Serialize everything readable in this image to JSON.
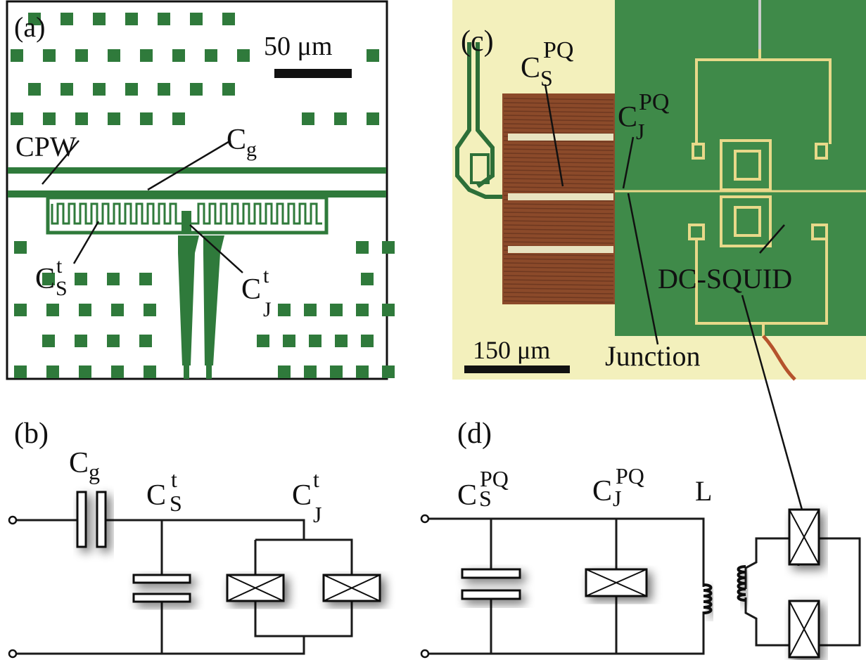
{
  "panels": {
    "a": {
      "label": "(a)",
      "scale": "50 μm",
      "cpw": "CPW",
      "cg_main": "C",
      "cg_sub": "g",
      "cs_main": "C",
      "cs_sup": "t",
      "cs_sub": "S",
      "cj_main": "C",
      "cj_sup": "t",
      "cj_sub": "J"
    },
    "b": {
      "label": "(b)",
      "cg_main": "C",
      "cg_sub": "g",
      "cs_main": "C",
      "cs_sup": "t",
      "cs_sub": "S",
      "cj_main": "C",
      "cj_sup": "t",
      "cj_sub": "J"
    },
    "c": {
      "label": "(c)",
      "scale": "150 μm",
      "cs_main": "C",
      "cs_sup": "PQ",
      "cs_sub": "S",
      "cj_main": "C",
      "cj_sup": "PQ",
      "cj_sub": "J",
      "junction": "Junction",
      "squid": "DC-SQUID"
    },
    "d": {
      "label": "(d)",
      "cs_main": "C",
      "cs_sup": "PQ",
      "cs_sub": "S",
      "cj_main": "C",
      "cj_sup": "PQ",
      "cj_sub": "J",
      "inductor": "L"
    }
  },
  "colors": {
    "metal_green": "#2f7a3b",
    "photo_green": "#3f8a49",
    "photo_bg": "#f3f0bc",
    "capacitor_brown": "#8b4a2a",
    "wire": "#1a1a1a"
  }
}
